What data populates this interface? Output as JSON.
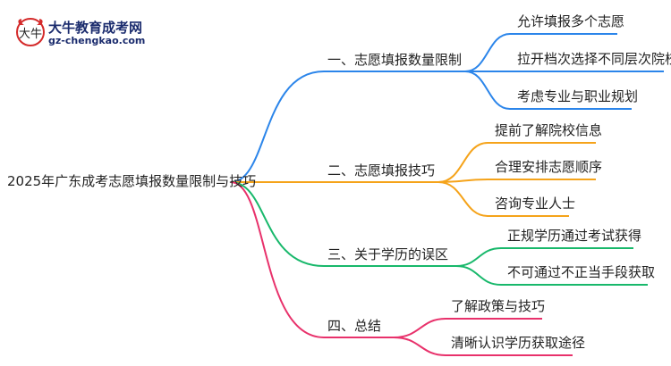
{
  "logo": {
    "icon": "ox-head-logo-icon",
    "title": "大牛教育成考网",
    "url": "gz-chengkao.com"
  },
  "mindmap": {
    "root": "2025年广东成考志愿填报数量限制与技巧",
    "branches": [
      {
        "label": "一、志愿填报数量限制",
        "color": "#2b85ea",
        "leaves": [
          "允许填报多个志愿",
          "拉开档次选择不同层次院校",
          "考虑专业与职业规划"
        ]
      },
      {
        "label": "二、志愿填报技巧",
        "color": "#f5a31a",
        "leaves": [
          "提前了解院校信息",
          "合理安排志愿顺序",
          "咨询专业人士"
        ]
      },
      {
        "label": "三、关于学历的误区",
        "color": "#18b86b",
        "leaves": [
          "正规学历通过考试获得",
          "不可通过不正当手段获取"
        ]
      },
      {
        "label": "四、总结",
        "color": "#e8316b",
        "leaves": [
          "了解政策与技巧",
          "清晰认识学历获取途径"
        ]
      }
    ]
  }
}
